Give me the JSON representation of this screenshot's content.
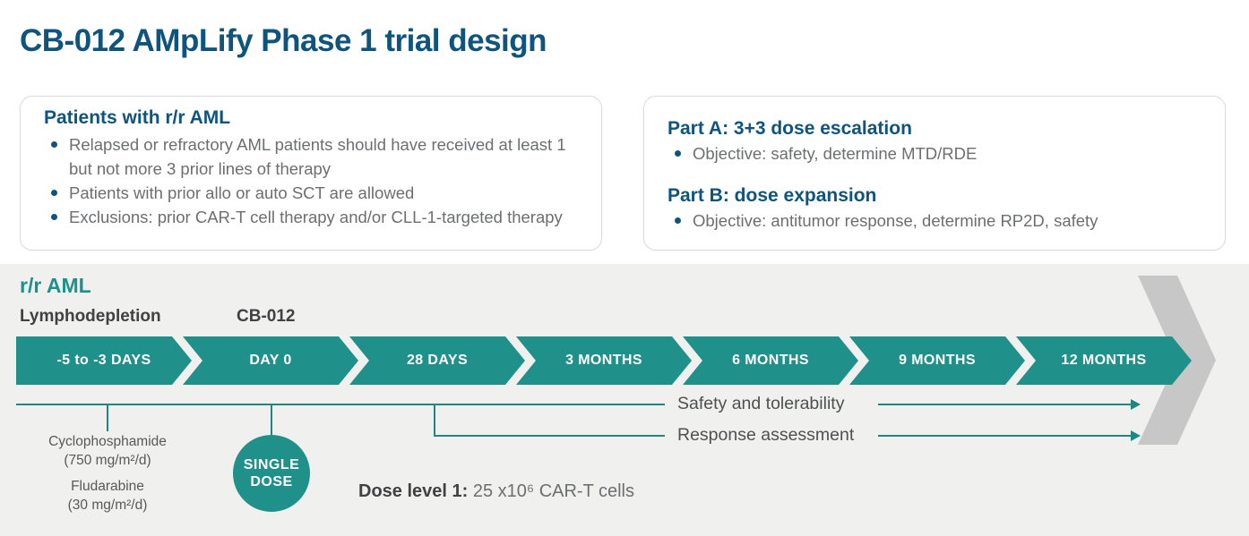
{
  "title": "CB-012 AMpLify Phase 1 trial design",
  "colors": {
    "heading_blue": "#0F547D",
    "teal": "#1F908A",
    "teal_line": "#1F8683",
    "body_gray": "#6D6E70",
    "dark_gray": "#414042",
    "panel_bg": "#F0F0EF",
    "gray_chevron": "#C6C7C6"
  },
  "patients_box": {
    "heading": "Patients with r/r AML",
    "bullets": [
      "Relapsed or refractory AML patients should have received at least 1 but not more 3 prior lines of therapy",
      "Patients with prior allo or auto SCT are allowed",
      "Exclusions: prior CAR-T cell therapy and/or CLL-1-targeted therapy"
    ]
  },
  "parts_box": {
    "part_a_heading": "Part A: 3+3 dose escalation",
    "part_a_bullet": "Objective: safety, determine MTD/RDE",
    "part_b_heading": "Part B: dose expansion",
    "part_b_bullet": "Objective: antitumor response, determine RP2D, safety"
  },
  "timeline": {
    "population_label": "r/r AML",
    "lymphodepletion_label": "Lymphodepletion",
    "cb012_label": "CB-012",
    "milestones": [
      "-5 to -3 DAYS",
      "DAY 0",
      "28 DAYS",
      "3 MONTHS",
      "6 MONTHS",
      "9 MONTHS",
      "12 MONTHS"
    ],
    "tracks": [
      "Safety and tolerability",
      "Response assessment"
    ],
    "lymphodepletion_drugs": [
      "Cyclophosphamide",
      "(750 mg/m²/d)",
      "Fludarabine",
      "(30 mg/m²/d)"
    ],
    "single_dose_line1": "SINGLE",
    "single_dose_line2": "DOSE",
    "dose_level_label": "Dose level 1:",
    "dose_level_value": " 25 x10⁶ CAR-T cells"
  }
}
